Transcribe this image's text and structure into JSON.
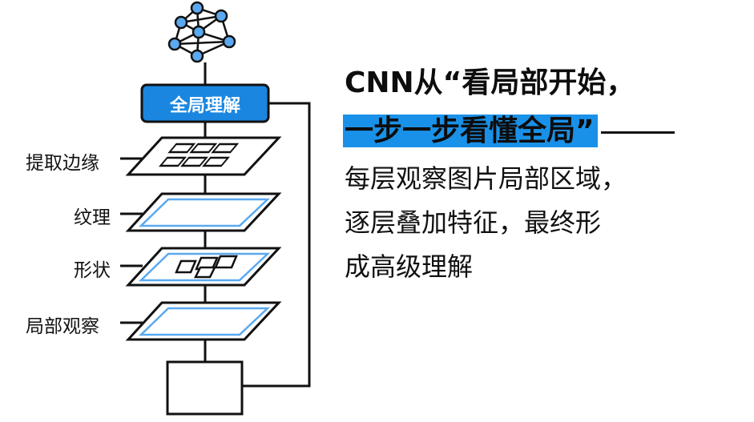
{
  "diagram": {
    "top_box_label": "全局理解",
    "layer_labels": [
      "提取边缘",
      "纹理",
      "形状",
      "局部观察"
    ]
  },
  "headline": {
    "line1": "CNN从“看局部开始，",
    "line2": "一步一步看懂全局”"
  },
  "body": {
    "line1": "每层观察图片局部区域，",
    "line2": "逐层叠加特征，最终形",
    "line3": "成高级理解"
  },
  "colors": {
    "accent_blue": "#1a91e8",
    "node_blue": "#5aa9f0",
    "text": "#111111"
  },
  "icons": [
    "neural-network-icon"
  ]
}
